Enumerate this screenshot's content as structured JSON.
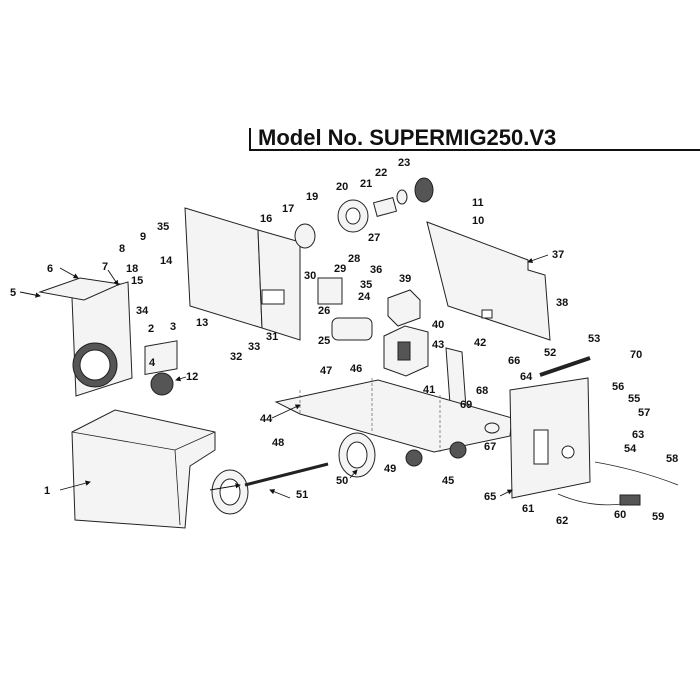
{
  "title": "Model No. SUPERMIG250.V3",
  "part_labels": [
    "1",
    "2",
    "3",
    "4",
    "5",
    "6",
    "7",
    "8",
    "9",
    "10",
    "11",
    "12",
    "13",
    "14",
    "15",
    "16",
    "17",
    "18",
    "19",
    "20",
    "21",
    "22",
    "23",
    "24",
    "25",
    "26",
    "27",
    "28",
    "29",
    "30",
    "31",
    "32",
    "33",
    "34",
    "35",
    "35",
    "36",
    "37",
    "38",
    "39",
    "40",
    "41",
    "42",
    "43",
    "44",
    "45",
    "46",
    "47",
    "48",
    "49",
    "50",
    "51",
    "52",
    "53",
    "54",
    "55",
    "56",
    "57",
    "58",
    "59",
    "60",
    "61",
    "62",
    "63",
    "64",
    "65",
    "66",
    "67",
    "68",
    "69",
    "70"
  ]
}
